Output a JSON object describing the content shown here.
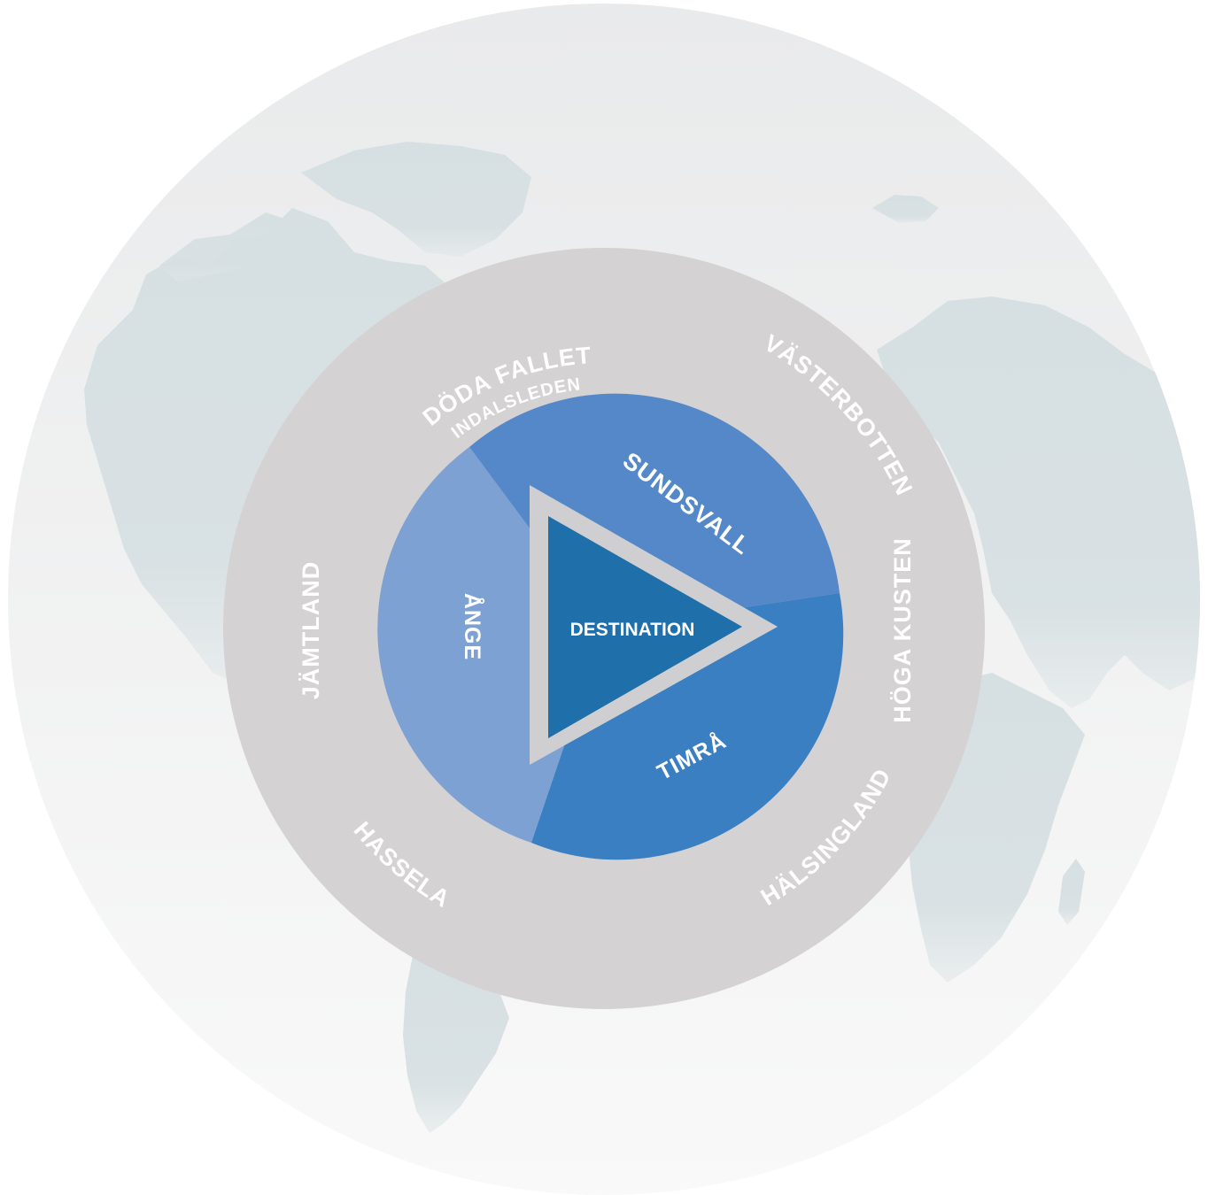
{
  "center": {
    "label": "DESTINATION"
  },
  "inner_segments": [
    {
      "id": "ange",
      "label": "ÅNGE"
    },
    {
      "id": "sundsvall",
      "label": "SUNDSVALL"
    },
    {
      "id": "timra",
      "label": "TIMRÅ"
    }
  ],
  "outer_regions": [
    {
      "id": "doda-fallet",
      "label": "DÖDA FALLET",
      "sublabel": "INDALSLEDEN"
    },
    {
      "id": "vasterbotten",
      "label": "VÄSTERBOTTEN"
    },
    {
      "id": "hoga-kusten",
      "label": "HÖGA KUSTEN"
    },
    {
      "id": "halsingland",
      "label": "HÄLSINGLAND"
    },
    {
      "id": "hassela",
      "label": "HASSELA"
    },
    {
      "id": "jamtland",
      "label": "JÄMTLAND"
    }
  ],
  "colors": {
    "globe_top": "#e9eaeb",
    "globe_bottom": "#f9f9f9",
    "land": "#d6dfe2",
    "outer_ring": "#d4d2d3",
    "ange": "#7ea1d4",
    "sundsvall": "#5588c8",
    "timra": "#3a7fc2",
    "triangle_frame": "#cfcfd1",
    "triangle_fill": "#1f6fab"
  }
}
